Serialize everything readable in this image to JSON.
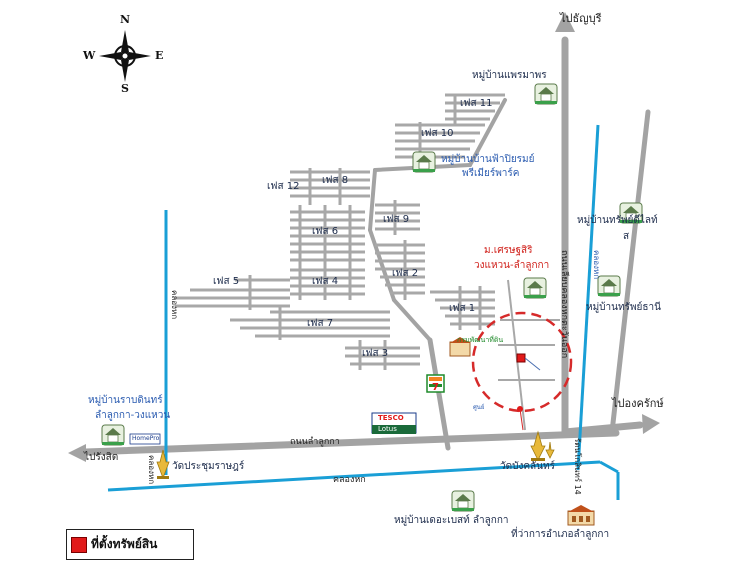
{
  "compass": {
    "n": "N",
    "s": "S",
    "e": "E",
    "w": "W"
  },
  "roads": {
    "to_thanyaburi": "ไปธัญบุรี",
    "to_ongkharak": "ไปองครักษ์",
    "to_rangsit": "ไปรังสิต",
    "lamlukka_road": "ถนนลำลูกกา",
    "khlong_road_vertical": "ถนนเลียบคลองหกตะวันออก",
    "khlong_road_left": "คลองหก",
    "khlong_hok_vertical": "คลองหก",
    "khlong_hok_right": "คลองหก",
    "khlong_hok_left_vert": "คลองหก",
    "khlong_ha": "คลองหก",
    "khlong_14": "รัตนโกสินทร์ 14"
  },
  "phases": {
    "p11": "เฟส 11",
    "p10": "เฟส 10",
    "p12": "เฟส 12",
    "p8": "เฟส 8",
    "p9": "เฟส 9",
    "p6": "เฟส 6",
    "p5": "เฟส 5",
    "p4": "เฟส 4",
    "p2": "เฟส 2",
    "p7": "เฟส 7",
    "p1": "เฟส 1",
    "p3": "เฟส 3"
  },
  "places": {
    "phraemaphon": "หมู่บ้านแพรมาพร",
    "fah_piyarom_1": "หมู่บ้านบ้านฟ้าปิยรมย์",
    "fah_piyarom_2": "พรีเมียร์พาร์ค",
    "sap_delight_1": "หมู่บ้านทรัพย์ดีไลท์",
    "sap_delight_2": "ส",
    "sap_thani": "หมู่บ้านทรัพย์ธานี",
    "sethabutr_1": "ม.เศรษฐสิริ",
    "sethabutr_2": "วงแหวน-ลำลูกกา",
    "rabiang_1": "หมู่บ้านราบดินทร์",
    "rabiang_2": "ลำลูกกา-วงแหวน",
    "wat_prachum": "วัดประชุมราษฎร์",
    "wat_bang": "วัดบังคลันทร์",
    "the_best": "หมู่บ้านเดอะเบสท์ ลำลูกกา",
    "amphoe_office": "ที่ว่าการอำเภอลำลูกกา",
    "tesco_1": "TESCO",
    "tesco_2": "Lotus",
    "homepro": "HomePro",
    "small_green": "กรมพัฒนาที่ดิน",
    "small_blue": "ศูนย์"
  },
  "legend": {
    "label": "ที่ตั้งทรัพย์สิน",
    "color": "#e11a1a"
  },
  "colors": {
    "road": "#a3a3a3",
    "canal": "#1a9fd6",
    "circle": "#d62a2a"
  }
}
